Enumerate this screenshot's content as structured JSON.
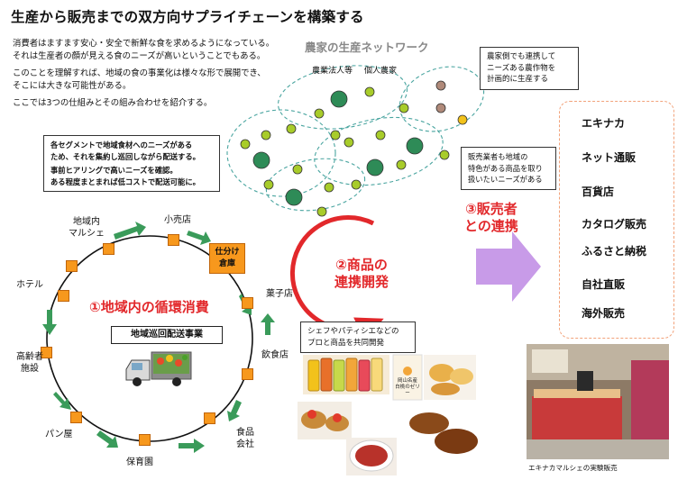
{
  "title": "生産から販売までの双方向サプライチェーンを構築する",
  "intro": [
    "消費者はますます安心・安全で新鮮な食を求めるようになっている。",
    "それは生産者の顔が見える食のニーズが高いということでもある。",
    "このことを理解すれば、地域の食の事業化は様々な形で展開でき、",
    "そこには大きな可能性がある。",
    "ここでは3つの仕組みとその組み合わせを紹介する。"
  ],
  "network": {
    "title": "農家の生産ネットワーク",
    "label_corp": "農業法人等",
    "label_individual": "個人農家",
    "note_farm": [
      "農家側でも連携して",
      "ニーズある農作物を",
      "計画的に生産する"
    ],
    "note_seller": [
      "販売業者も地域の",
      "特色がある商品を取り",
      "扱いたいニーズがある"
    ],
    "colors": {
      "dark_green": "#2e8b57",
      "light_green": "#a8cc2a",
      "brown": "#b08a7a",
      "yellow": "#f2c21b",
      "dash": "#4aa5a0"
    }
  },
  "loop": {
    "note": [
      "各セグメントで地域食材へのニーズがある",
      "ため、それを集約し巡回しながら配送する。",
      "事前ヒアリングで高いニーズを確認。",
      "ある程度まとまれば低コストで配送可能に。"
    ],
    "title": "①地域内の循環消費",
    "delivery": "地域巡回配送事業",
    "warehouse": [
      "仕分け",
      "倉庫"
    ],
    "stations": {
      "marche": [
        "地域内",
        "マルシェ"
      ],
      "retail": "小売店",
      "hotel": "ホテル",
      "confectionery": "菓子店",
      "elderly": [
        "高齢者",
        "施設"
      ],
      "restaurant": "飲食店",
      "bakery": "パン屋",
      "food_company": [
        "食品",
        "会社"
      ],
      "nursery": "保育園"
    },
    "colors": {
      "node": "#f7981d",
      "arrow": "#3a9b5a",
      "title": "#e2282b"
    }
  },
  "product": {
    "title": [
      "②商品の",
      "連携開発"
    ],
    "note": [
      "シェフやパティシエなどの",
      "プロと商品を共同開発"
    ],
    "jar_label": [
      "岡山名産",
      "白桃のゼリー"
    ]
  },
  "seller": {
    "title": [
      "③販売者",
      "との連携"
    ],
    "channels": [
      "エキナカ",
      "ネット通販",
      "百貨店",
      "カタログ販売",
      "ふるさと納税",
      "自社直販",
      "海外販売"
    ],
    "photo_caption": "エキナカマルシェの実験販売",
    "colors": {
      "arrow": "#c89be8",
      "box": "#f2a27a"
    }
  }
}
